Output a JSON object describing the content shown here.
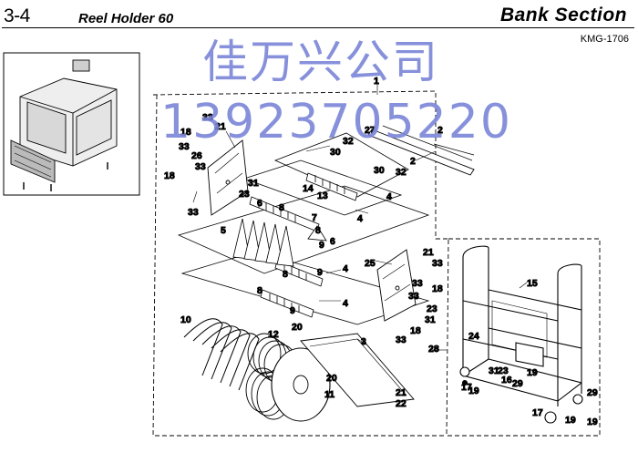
{
  "header": {
    "page_number": "3-4",
    "title": "Reel Holder 60",
    "section": "Bank Section",
    "doc_code": "KMG-1706"
  },
  "watermark": {
    "company": "佳万兴公司",
    "phone": "13923705220"
  },
  "callouts": [
    "1",
    "2",
    "3",
    "4",
    "5",
    "6",
    "7",
    "8",
    "9",
    "10",
    "11",
    "12",
    "13",
    "14",
    "15",
    "16",
    "17",
    "18",
    "19",
    "20",
    "21",
    "22",
    "23",
    "24",
    "25",
    "26",
    "27",
    "28",
    "29",
    "30",
    "31",
    "32",
    "33"
  ]
}
